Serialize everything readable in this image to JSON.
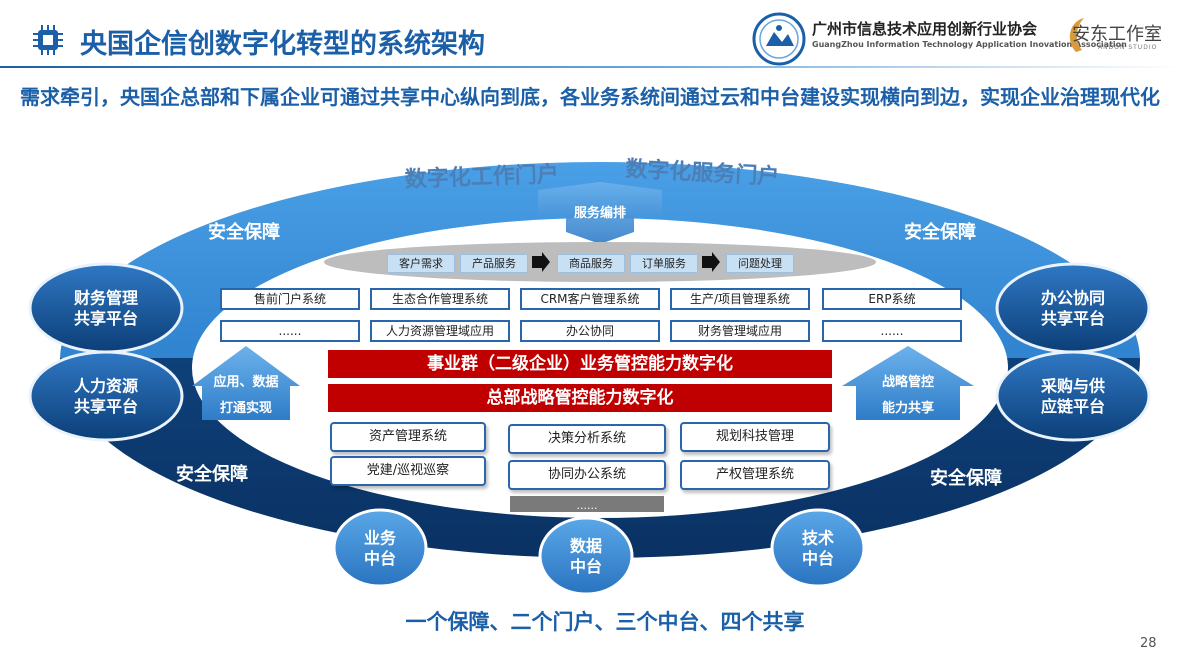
{
  "header": {
    "title": "央国企信创数字化转型的系统架构",
    "association_cn": "广州市信息技术应用创新行业协会",
    "association_en": "GuangZhou Information Technology Application Inovation Association",
    "studio_cn": "安东工作室",
    "studio_en": "ANDON STUDIO"
  },
  "subtitle": "需求牵引，央国企总部和下属企业可通过共享中心纵向到底，各业务系统间通过云和中台建设实现横向到边，实现企业治理现代化",
  "portals": {
    "work": "数字化工作门户",
    "service": "数字化服务门户",
    "orchestration": "服务编排"
  },
  "security": "安全保障",
  "sharing_left": [
    "财务管理\n共享平台",
    "人力资源\n共享平台"
  ],
  "sharing_right": [
    "办公协同\n共享平台",
    "采购与供\n应链平台"
  ],
  "middle_platforms": [
    "业务\n中台",
    "数据\n中台",
    "技术\n中台"
  ],
  "flow": [
    "客户需求",
    "产品服务",
    "商品服务",
    "订单服务",
    "问题处理"
  ],
  "systems_row1": [
    "售前门户系统",
    "生态合作管理系统",
    "CRM客户管理系统",
    "生产/项目管理系统",
    "ERP系统"
  ],
  "systems_row2": [
    "......",
    "人力资源管理域应用",
    "办公协同",
    "财务管理域应用",
    "......"
  ],
  "red_bars": [
    "事业群（二级企业）业务管控能力数字化",
    "总部战略管控能力数字化"
  ],
  "left_arrow": [
    "应用、数据",
    "打通实现"
  ],
  "right_arrow": [
    "战略管控",
    "能力共享"
  ],
  "hq_systems": [
    "资产管理系统",
    "决策分析系统",
    "规划科技管理",
    "党建/巡视巡察",
    "协同办公系统",
    "产权管理系统"
  ],
  "hq_more": "......",
  "slogan": "一个保障、二个门户、三个中台、四个共享",
  "page_number": "28",
  "colors": {
    "brand_blue": "#1a5fa8",
    "ring_top": "#1f7fd0",
    "ring_bottom": "#0c3e75",
    "red": "#c00000"
  }
}
